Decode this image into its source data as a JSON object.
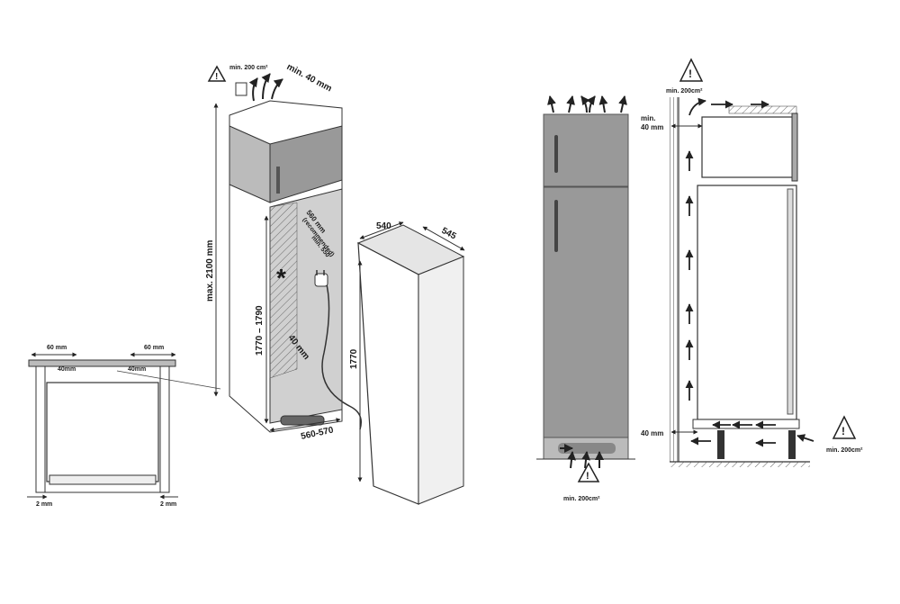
{
  "warnings": {
    "top_left": "min. 200 cm²",
    "top_right": "min. 200cm²",
    "bottom_middle": "min. 200cm²",
    "bottom_right": "min. 200cm²",
    "icon": "warning-triangle-icon"
  },
  "installation_view": {
    "top_gap": "min. 40 mm",
    "max_height": "max. 2100 mm",
    "niche_height": "1770 – 1790",
    "depth_recommended": "560 mm",
    "depth_recommended_note": "(recommended)",
    "depth_min": "min. 550",
    "bottom_gap": "40 mm",
    "niche_width": "560-570",
    "asterisk": "*"
  },
  "appliance_view": {
    "width": "540",
    "depth": "545",
    "height": "1770"
  },
  "cabinet_detail": {
    "left_top": "60 mm",
    "right_top": "60 mm",
    "left_inner": "40mm",
    "right_inner": "40mm",
    "left_bottom": "2 mm",
    "right_bottom": "2 mm"
  },
  "side_view": {
    "top_gap_1": "min.",
    "top_gap_2": "40 mm",
    "bottom_gap": "40 mm"
  },
  "colors": {
    "line": "#2a2a2a",
    "cabinet_fill": "#9a9a9a",
    "cabinet_dark": "#7e7e7e",
    "niche_fill": "#c9c9c9"
  }
}
